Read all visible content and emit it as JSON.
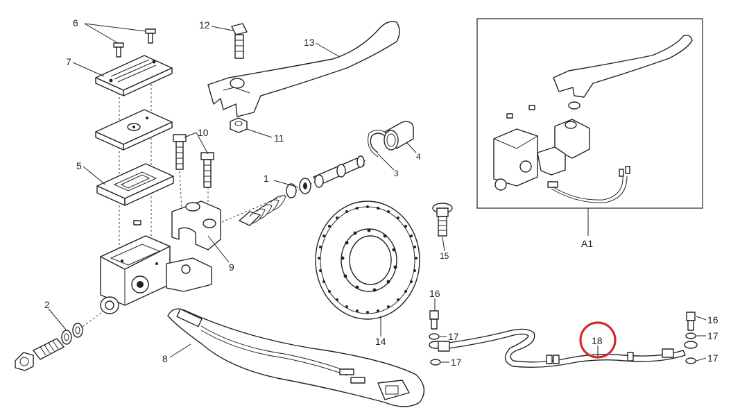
{
  "diagram": {
    "callouts": {
      "c1": "1",
      "c2": "2",
      "c3": "3",
      "c4": "4",
      "c5": "5",
      "c6": "6",
      "c7": "7",
      "c8": "8",
      "c9": "9",
      "c10": "10",
      "c11": "11",
      "c12": "12",
      "c13": "13",
      "c14": "14",
      "c15": "15",
      "c16a": "16",
      "c16b": "16",
      "c17a": "17",
      "c17b": "17",
      "c17c": "17",
      "c17d": "17",
      "c18": "18",
      "a1": "A1"
    },
    "highlight_color": "#d9262e",
    "line_color": "#222222"
  }
}
